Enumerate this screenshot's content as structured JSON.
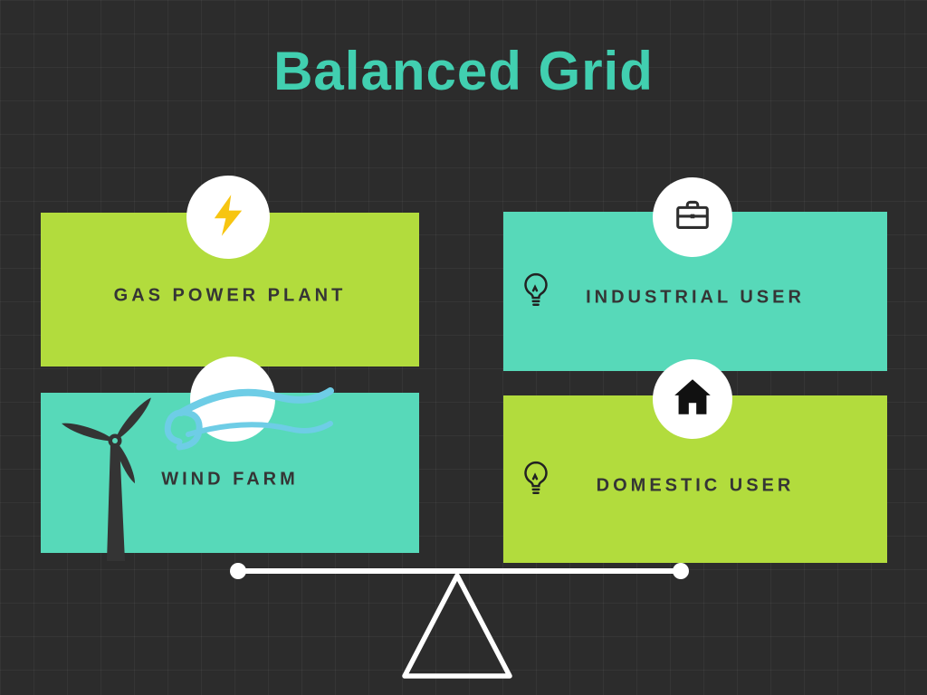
{
  "title": "Balanced Grid",
  "cards": [
    {
      "label": "GAS POWER PLANT",
      "color_role": "green",
      "icon": "lightning-icon"
    },
    {
      "label": "INDUSTRIAL USER",
      "color_role": "teal",
      "icon": "briefcase-icon",
      "secondary_icon": "lightbulb-icon"
    },
    {
      "label": "WIND FARM",
      "color_role": "teal",
      "icon": "wind-turbine-icon"
    },
    {
      "label": "DOMESTIC USER",
      "color_role": "green",
      "icon": "house-icon",
      "secondary_icon": "lightbulb-icon"
    }
  ],
  "colors": {
    "background": "#2c2c2c",
    "title": "#41cfb0",
    "green_card": "#b2dc3d",
    "teal_card": "#57d9b9",
    "card_text": "#353535",
    "lightning_yellow": "#f7c511",
    "wind_swirl_blue": "#6ecde6",
    "icon_dark": "#2e2e2e",
    "balance_white": "#ffffff"
  },
  "figure": {
    "type": "balance-seesaw",
    "left_side": [
      "GAS POWER PLANT",
      "WIND FARM"
    ],
    "right_side": [
      "INDUSTRIAL USER",
      "DOMESTIC USER"
    ]
  }
}
